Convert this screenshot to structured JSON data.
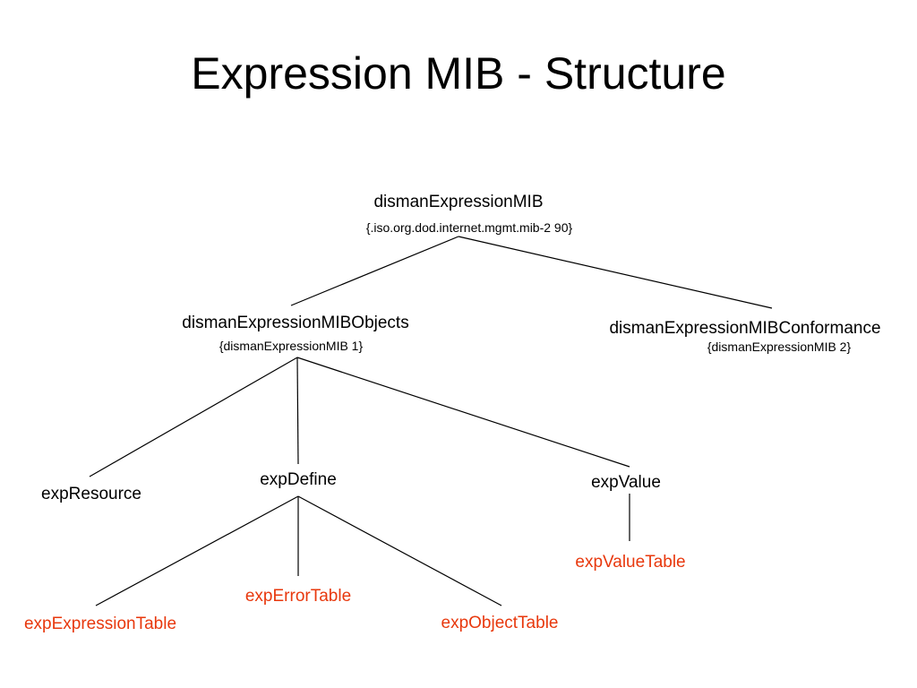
{
  "title": "Expression MIB - Structure",
  "colors": {
    "text": "#000000",
    "leaf": "#e8380d",
    "line": "#000000"
  },
  "tree": {
    "root": {
      "name": "dismanExpressionMIB",
      "oid": "{.iso.org.dod.internet.mgmt.mib-2 90}"
    },
    "objects": {
      "name": "dismanExpressionMIBObjects",
      "oid": "{dismanExpressionMIB 1}"
    },
    "conformance": {
      "name": "dismanExpressionMIBConformance",
      "oid": "{dismanExpressionMIB 2}"
    },
    "exp_resource": "expResource",
    "exp_define": "expDefine",
    "exp_value": "expValue",
    "exp_value_table": "expValueTable",
    "exp_expression_table": "expExpressionTable",
    "exp_error_table": "expErrorTable",
    "exp_object_table": "expObjectTable"
  }
}
